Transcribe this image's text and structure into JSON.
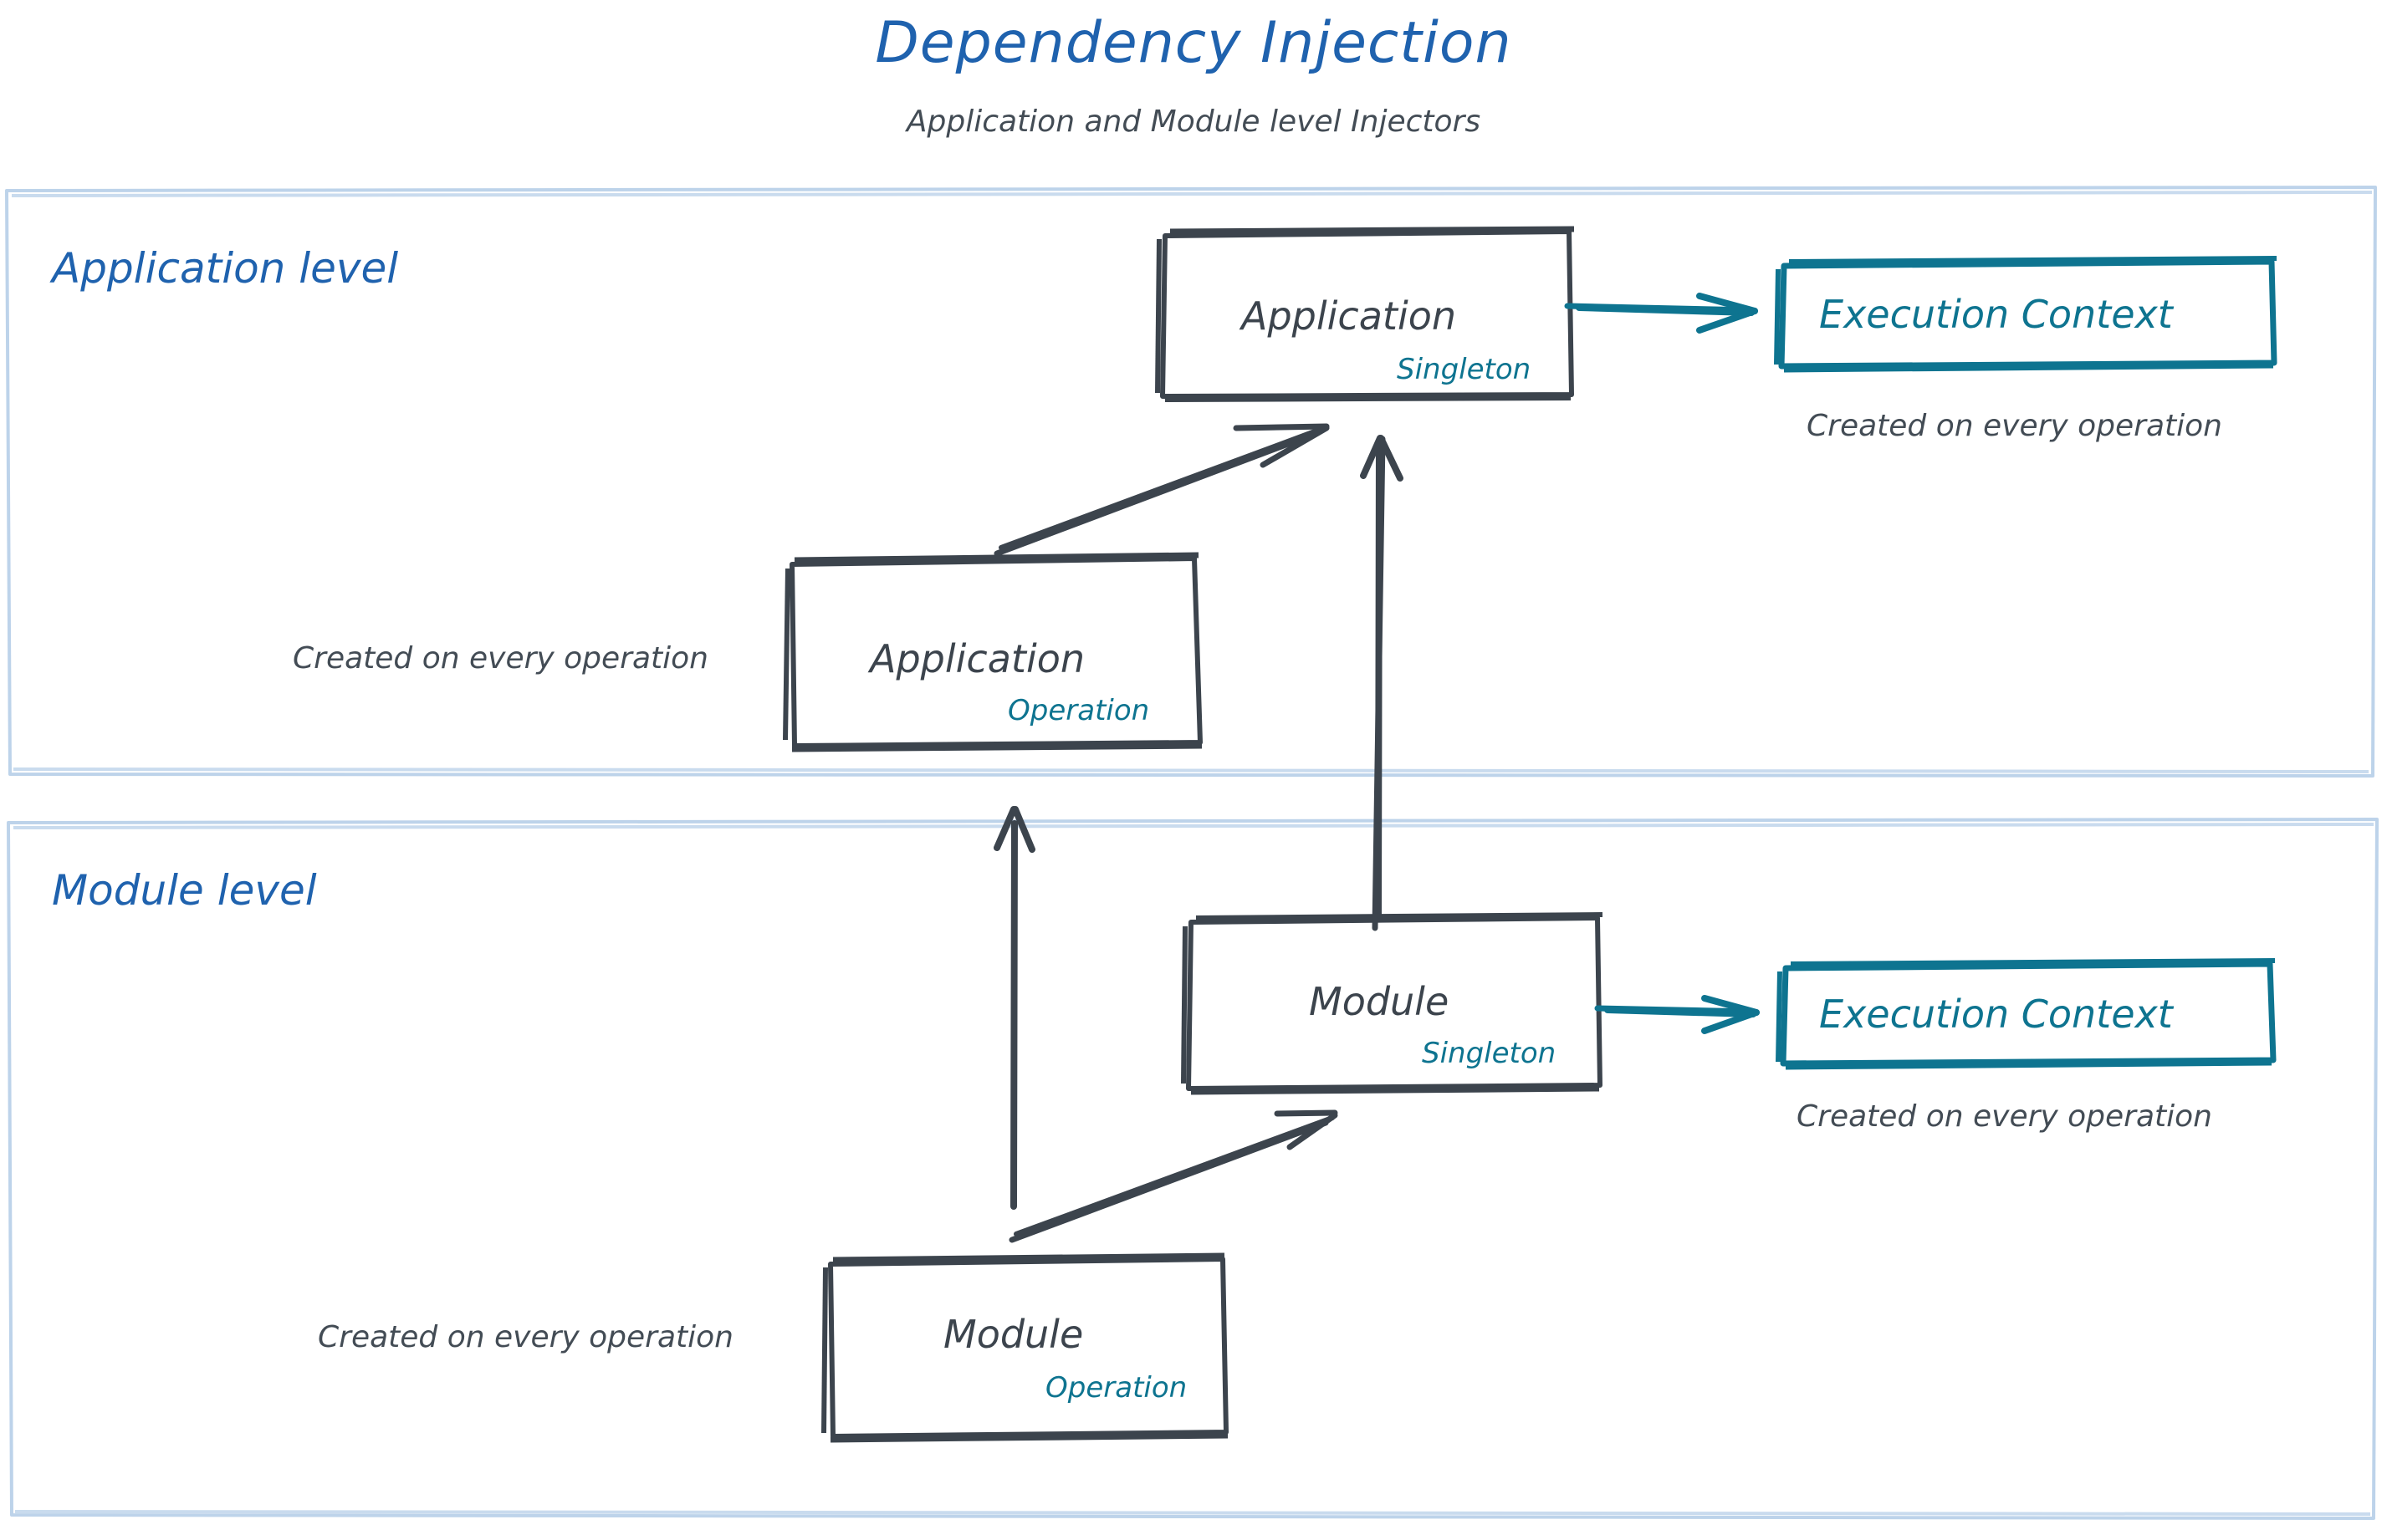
{
  "header": {
    "title": "Dependency Injection",
    "subtitle": "Application and Module level Injectors",
    "title_color": "#1f62ae",
    "subtitle_color": "#434c55"
  },
  "colors": {
    "lane_border": "#bdd3ea",
    "lane_title": "#1f62ae",
    "node_stroke": "#3c444d",
    "node_text": "#3c444d",
    "scope_text": "#0e7490",
    "context_stroke": "#0e7490",
    "context_text": "#0e7490",
    "arrow_dark": "#3c444d",
    "arrow_teal": "#0e7490",
    "note_text": "#434c55",
    "background": "#ffffff"
  },
  "lanes": [
    {
      "id": "application-level",
      "title": "Application level",
      "nodes": [
        {
          "id": "application-singleton",
          "name": "Application",
          "scope": "Singleton"
        },
        {
          "id": "application-operation",
          "name": "Application",
          "scope": "Operation"
        }
      ],
      "context": {
        "label": "Execution Context",
        "note": "Created on every operation"
      },
      "notes": [
        "Created on every operation"
      ]
    },
    {
      "id": "module-level",
      "title": "Module level",
      "nodes": [
        {
          "id": "module-singleton",
          "name": "Module",
          "scope": "Singleton"
        },
        {
          "id": "module-operation",
          "name": "Module",
          "scope": "Operation"
        }
      ],
      "context": {
        "label": "Execution Context",
        "note": "Created on every operation"
      },
      "notes": [
        "Created on every operation"
      ]
    }
  ],
  "edges": [
    {
      "id": "app-op-to-app-singleton",
      "from": "application-operation",
      "to": "application-singleton",
      "style": "dark"
    },
    {
      "id": "app-singleton-to-exec-context",
      "from": "application-singleton",
      "to": "execution-context-app",
      "style": "teal"
    },
    {
      "id": "module-singleton-to-app-singleton",
      "from": "module-singleton",
      "to": "application-singleton",
      "style": "dark"
    },
    {
      "id": "module-op-to-module-singleton",
      "from": "module-operation",
      "to": "module-singleton",
      "style": "dark"
    },
    {
      "id": "module-op-to-app-op",
      "from": "module-operation",
      "to": "application-operation",
      "style": "dark"
    },
    {
      "id": "module-singleton-to-exec-context",
      "from": "module-singleton",
      "to": "execution-context-module",
      "style": "teal"
    }
  ]
}
